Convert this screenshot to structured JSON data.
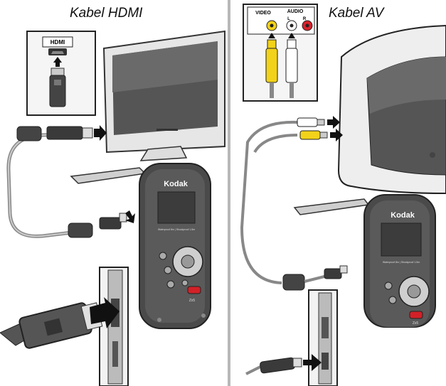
{
  "left": {
    "title": "Kabel HDMI",
    "port_label": "HDMI"
  },
  "right": {
    "title": "Kabel AV",
    "port_labels": {
      "video": "VIDEO",
      "audio": "AUDIO",
      "l": "L",
      "r": "R"
    }
  },
  "camera": {
    "brand": "Kodak",
    "model_text": "Waterproof 8m | Shockproof 1.5m",
    "logo_small": "Zx5"
  },
  "colors": {
    "video_jack": "#f2d21a",
    "audio_left_jack": "#ffffff",
    "audio_right_jack": "#d8202a",
    "camera_body": "#4a4a4a",
    "screen": "#3c3c3c",
    "record_button": "#d32027",
    "divider": "#b8b8b8"
  },
  "icons": [
    "arrow-icon",
    "hdmi-plug-icon",
    "rca-plug-icon",
    "tv-icon",
    "camera-icon"
  ]
}
